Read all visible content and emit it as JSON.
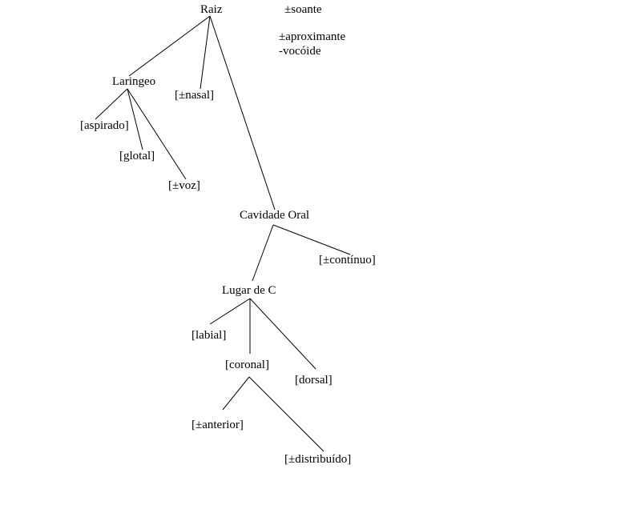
{
  "tree": {
    "root": "Raiz",
    "root_features": [
      "±soante",
      "±aproximante",
      "-vocóide"
    ],
    "laryngeal": "Laringeo",
    "aspirated": "[aspirado]",
    "glottal": "[glotal]",
    "voice": "[±voz]",
    "nasal": "[±nasal]",
    "oral_cavity": "Cavidade Oral",
    "continuant": "[±contínuo]",
    "c_place": "Lugar de C",
    "labial": "[labial]",
    "coronal": "[coronal]",
    "dorsal": "[dorsal]",
    "anterior": "[±anterior]",
    "distributed": "[±distribuído]"
  }
}
